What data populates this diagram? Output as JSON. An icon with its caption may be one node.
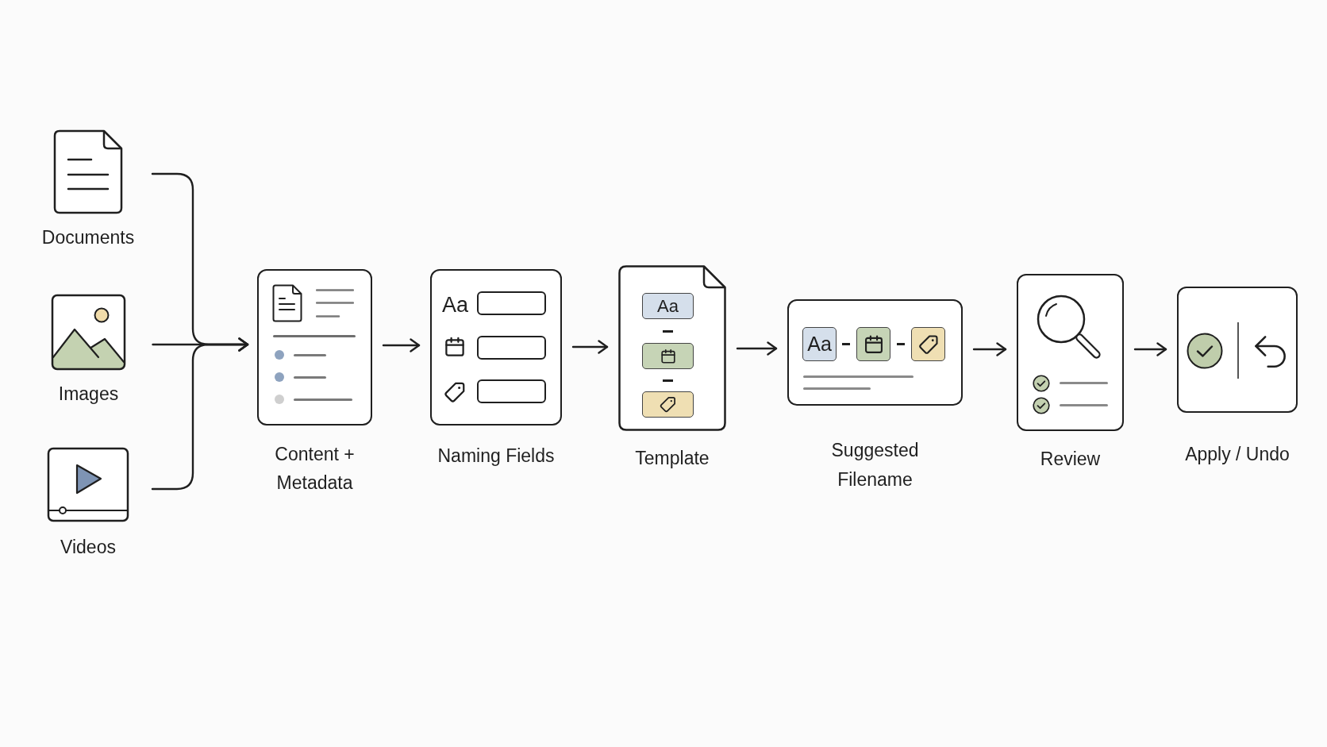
{
  "diagram": {
    "nodes": [
      {
        "text": [
          "Documents"
        ]
      },
      {
        "text": [
          "Images"
        ]
      },
      {
        "text": [
          "Videos"
        ]
      },
      {
        "text": [
          "Content + Metadata"
        ]
      },
      {
        "text": [
          "Aa",
          "Naming Fields"
        ]
      },
      {
        "text": [
          "Aa",
          "Template"
        ]
      },
      {
        "text": [
          "Aa",
          "Suggested Filename"
        ]
      },
      {
        "text": [
          "Review"
        ]
      },
      {
        "text": [
          "Apply / Undo"
        ]
      }
    ],
    "edges": [
      {
        "from": 0,
        "to": 3,
        "arrow": "to"
      },
      {
        "from": 1,
        "to": 3,
        "arrow": "to"
      },
      {
        "from": 2,
        "to": 3,
        "arrow": "to"
      },
      {
        "from": 3,
        "to": 4,
        "arrow": "to"
      },
      {
        "from": 4,
        "to": 5,
        "arrow": "to"
      },
      {
        "from": 5,
        "to": 6,
        "arrow": "to"
      },
      {
        "from": 6,
        "to": 7,
        "arrow": "to"
      },
      {
        "from": 7,
        "to": 8,
        "arrow": "to"
      }
    ]
  }
}
